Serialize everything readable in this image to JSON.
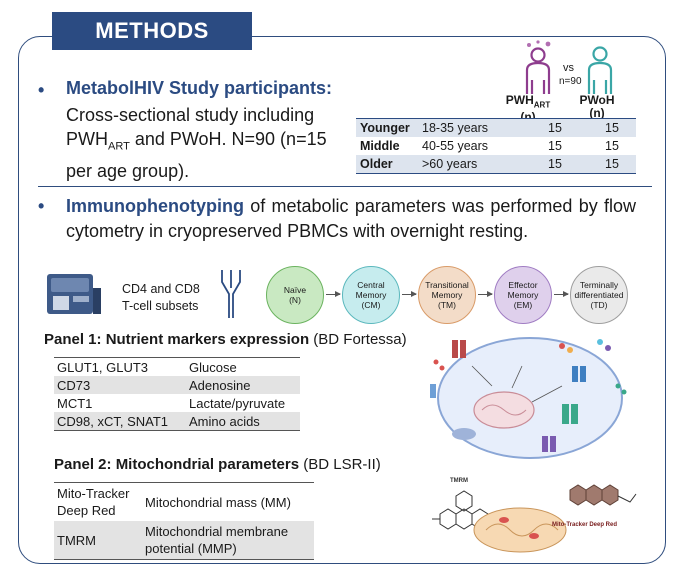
{
  "header": {
    "title": "METHODS"
  },
  "bullet1": {
    "title": "MetabolHIV Study participants",
    "colon": ":",
    "line1": "Cross-sectional study including",
    "pwh": "PWH",
    "art_sub": "ART",
    "and_pwoh": " and PWoH. N=90 (n=15",
    "line3": "per age group)."
  },
  "age_table": {
    "vs": "vs",
    "n": "n=90",
    "col1_a": "PWH",
    "col1_sub": "ART",
    "col1_b": "(n)",
    "col2_a": "PWoH",
    "col2_b": "(n)",
    "rows": [
      {
        "group": "Younger",
        "range": "18-35 years",
        "pwh": "15",
        "pwoh": "15"
      },
      {
        "group": "Middle",
        "range": "40-55 years",
        "pwh": "15",
        "pwoh": "15"
      },
      {
        "group": "Older",
        "range": ">60 years",
        "pwh": "15",
        "pwoh": "15"
      }
    ]
  },
  "bullet2": {
    "strong": "Immunophenotyping",
    "text": " of metabolic parameters was performed by flow cytometry in cryopreserved PBMCs with overnight resting."
  },
  "flow": {
    "subset_line1": "CD4 and CD8",
    "subset_line2": "T-cell subsets",
    "stages": [
      {
        "l1": "Naïve",
        "l2": "(N)",
        "l3": "",
        "color": "#c9e9c2",
        "stroke": "#6bb35f"
      },
      {
        "l1": "Central",
        "l2": "Memory",
        "l3": "(CM)",
        "color": "#c6ecee",
        "stroke": "#5bb8bd"
      },
      {
        "l1": "Transitional",
        "l2": "Memory",
        "l3": "(TM)",
        "color": "#f3dcc8",
        "stroke": "#d99b68"
      },
      {
        "l1": "Effector",
        "l2": "Memory",
        "l3": "(EM)",
        "color": "#dfd0ec",
        "stroke": "#a07cc3"
      },
      {
        "l1": "Terminally",
        "l2": "differentiated",
        "l3": "(TD)",
        "color": "#eaeaea",
        "stroke": "#9e9e9e"
      }
    ]
  },
  "panel1": {
    "title": "Panel 1: Nutrient markers expression",
    "instrument": " (BD Fortessa)",
    "rows": [
      {
        "marker": "GLUT1, GLUT3",
        "target": "Glucose"
      },
      {
        "marker": "CD73",
        "target": "Adenosine"
      },
      {
        "marker": "MCT1",
        "target": "Lactate/pyruvate"
      },
      {
        "marker": "CD98, xCT, SNAT1",
        "target": "Amino acids"
      }
    ]
  },
  "panel2": {
    "title": "Panel 2: Mitochondrial parameters",
    "instrument": " (BD LSR-II)",
    "rows": [
      {
        "marker": "Mito-Tracker Deep Red",
        "param": "Mitochondrial mass (MM)"
      },
      {
        "marker": "TMRM",
        "param": "Mitochondrial membrane potential (MMP)"
      }
    ]
  },
  "dye_labels": {
    "tmrm": "TMRM",
    "mtdr": "Mito-Tracker Deep Red"
  },
  "colors": {
    "accent": "#2b4b82",
    "row_shade": "#dde4ee",
    "pwh_icon": "#8e3d8e",
    "pwoh_icon": "#3aa6a6"
  }
}
